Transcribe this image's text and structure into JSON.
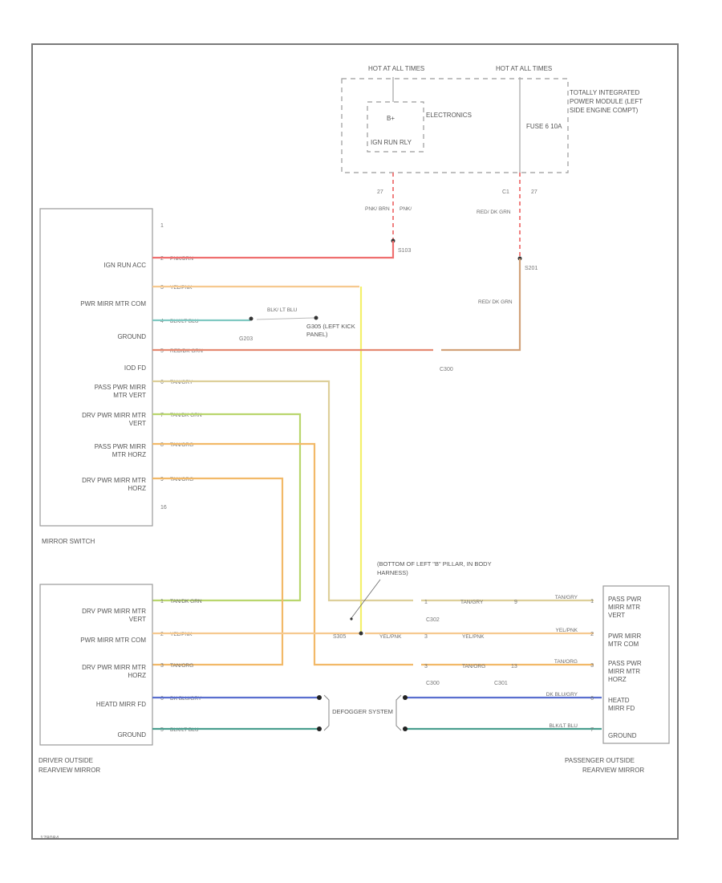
{
  "colors": {
    "pink_brn": "#ef6f6f",
    "yel_pnk": "#f6c98f",
    "yel_vertical": "#f4f06a",
    "blk_lt_blu": "#7fc9c2",
    "red_dk_grn": "#e58a72",
    "tan_gry": "#ddcf9a",
    "tan_dk_grn": "#b9d66d",
    "tan_org": "#f2b968",
    "dk_blu_gry": "#5a6fcf",
    "blk_lt_blu_low": "#4a9e8f",
    "red_dash": "#f08080"
  },
  "ipm": {
    "hot_left": "HOT AT ALL TIMES",
    "hot_right": "HOT AT ALL TIMES",
    "electronics": "ELECTRONICS",
    "relay_b": "B+",
    "relay_ign": "IGN RUN RLY",
    "fuse": "FUSE 6 10A",
    "module_label": "TOTALLY INTEGRATED POWER MODULE (LEFT SIDE ENGINE COMPT)",
    "pin_27_left": "27",
    "pin_c1": "C1",
    "pin_27_right": "27",
    "wire_pnk_brn": "PNK/ BRN",
    "wire_pnk_paren": "PNK/",
    "wire_red_dkgrn_top": "RED/ DK GRN",
    "splice_s103": "S103",
    "splice_s201": "S201",
    "wire_red_dkgrn_mid": "RED/ DK GRN"
  },
  "mirror_switch": {
    "title": "MIRROR SWITCH",
    "pin_top": "1",
    "pin_bottom": "16",
    "rows": [
      {
        "label": "IGN RUN ACC",
        "pin": "2",
        "wire": "PNK/BRN"
      },
      {
        "label": "PWR MIRR MTR COM",
        "pin": "3",
        "wire": "YEL/PNK"
      },
      {
        "label": "GROUND",
        "pin": "4",
        "wire": "BLK/LT BLU"
      },
      {
        "label": "IOD FD",
        "pin": "5",
        "wire": "RED/DK GRN"
      },
      {
        "label": "PASS PWR MIRR MTR VERT",
        "pin": "6",
        "wire": "TAN/GRY"
      },
      {
        "label": "DRV PWR MIRR MTR VERT",
        "pin": "7",
        "wire": "TAN/DK GRN"
      },
      {
        "label": "PASS PWR MIRR MTR HORZ",
        "pin": "8",
        "wire": "TAN/ORG"
      },
      {
        "label": "DRV PWR MIRR MTR HORZ",
        "pin": "9",
        "wire": "TAN/ORG"
      }
    ]
  },
  "ground_block": {
    "splice": "G203",
    "blk_label": "BLK/ LT BLU",
    "ground_label": "G305 (LEFT KICK PANEL)"
  },
  "c300": "C300",
  "pillar_note": "(BOTTOM OF LEFT \"B\" PILLAR, IN BODY HARNESS)",
  "driver_mirror": {
    "title": "DRIVER OUTSIDE REARVIEW MIRROR",
    "rows": [
      {
        "label": "DRV PWR MIRR MTR VERT",
        "pin": "1",
        "wire": "TAN/DK GRN"
      },
      {
        "label": "PWR MIRR MTR COM",
        "pin": "2",
        "wire": "YEL/PNK"
      },
      {
        "label": "DRV PWR MIRR MTR HORZ",
        "pin": "3",
        "wire": "TAN/ORG"
      },
      {
        "label": "HEATD MIRR FD",
        "pin": "6",
        "wire": "DK BLU/GRY"
      },
      {
        "label": "GROUND",
        "pin": "5",
        "wire": "BLK/LT BLU"
      }
    ]
  },
  "defogger": "DEFOGGER SYSTEM",
  "center": {
    "s305": "S305",
    "c302": "C302",
    "c300": "C300",
    "c301": "C301",
    "yelpnk_mid": "YEL/PNK",
    "tan_gry_mid": "TAN/GRY",
    "yel_pnk_mid2": "YEL/PNK",
    "tan_org_mid": "TAN/ORG",
    "pin_1": "1",
    "pin_3": "3",
    "pin_9": "9",
    "pin_13": "13",
    "pin_3b": "3"
  },
  "passenger_mirror": {
    "title": "PASSENGER OUTSIDE REARVIEW MIRROR",
    "rows": [
      {
        "label": "PASS PWR MIRR MTR VERT",
        "pin": "1",
        "wire": "TAN/GRY"
      },
      {
        "label": "PWR MIRR MTR COM",
        "pin": "2",
        "wire": "YEL/PNK"
      },
      {
        "label": "PASS PWR MIRR MTR HORZ",
        "pin": "3",
        "wire": "TAN/ORG"
      },
      {
        "label": "HEATD MIRR FD",
        "pin": "6",
        "wire": "DK BLU/GRY"
      },
      {
        "label": "GROUND",
        "pin": "7",
        "wire": "BLK/LT BLU"
      }
    ]
  },
  "footer_code": "178084"
}
